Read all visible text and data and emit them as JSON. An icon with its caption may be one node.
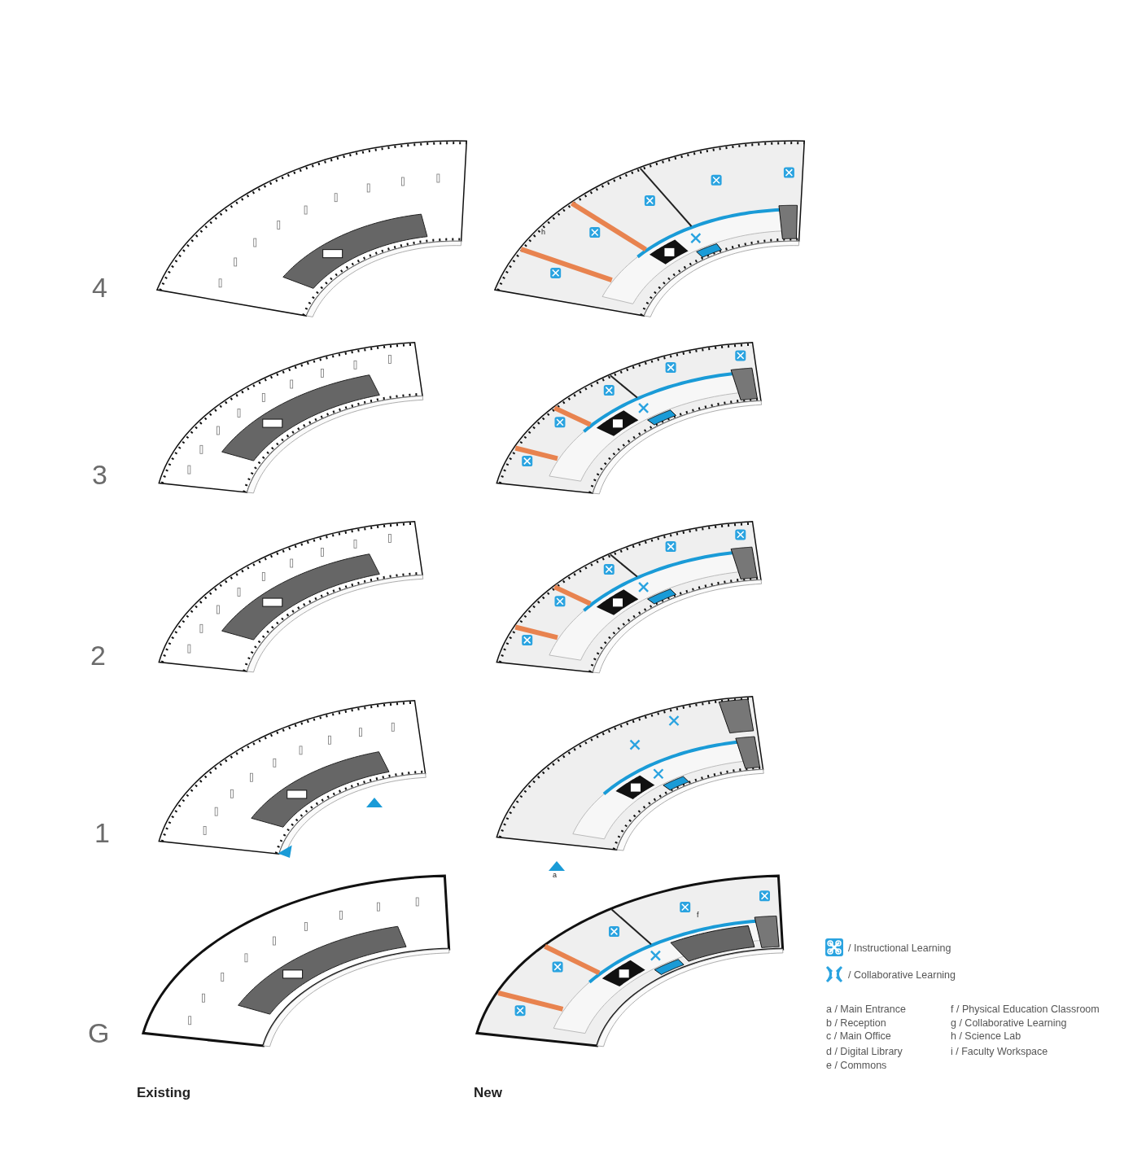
{
  "diagram": {
    "labels": [
      "4",
      "3",
      "2",
      "1",
      "G",
      "h",
      "a",
      "f",
      "Existing",
      "New",
      "a / Main Entrance",
      "b / Reception",
      "c / Main Office",
      "d / Digital Library",
      "e /  Commons",
      "f /  Physical Education Classroom",
      "g / Collaborative Learning",
      "h / Science Lab",
      "i  / Faculty Workspace"
    ],
    "legend": [
      {
        "text": "/ Instructional Learning"
      },
      {
        "text": "/ Collaborative Learning"
      }
    ]
  }
}
